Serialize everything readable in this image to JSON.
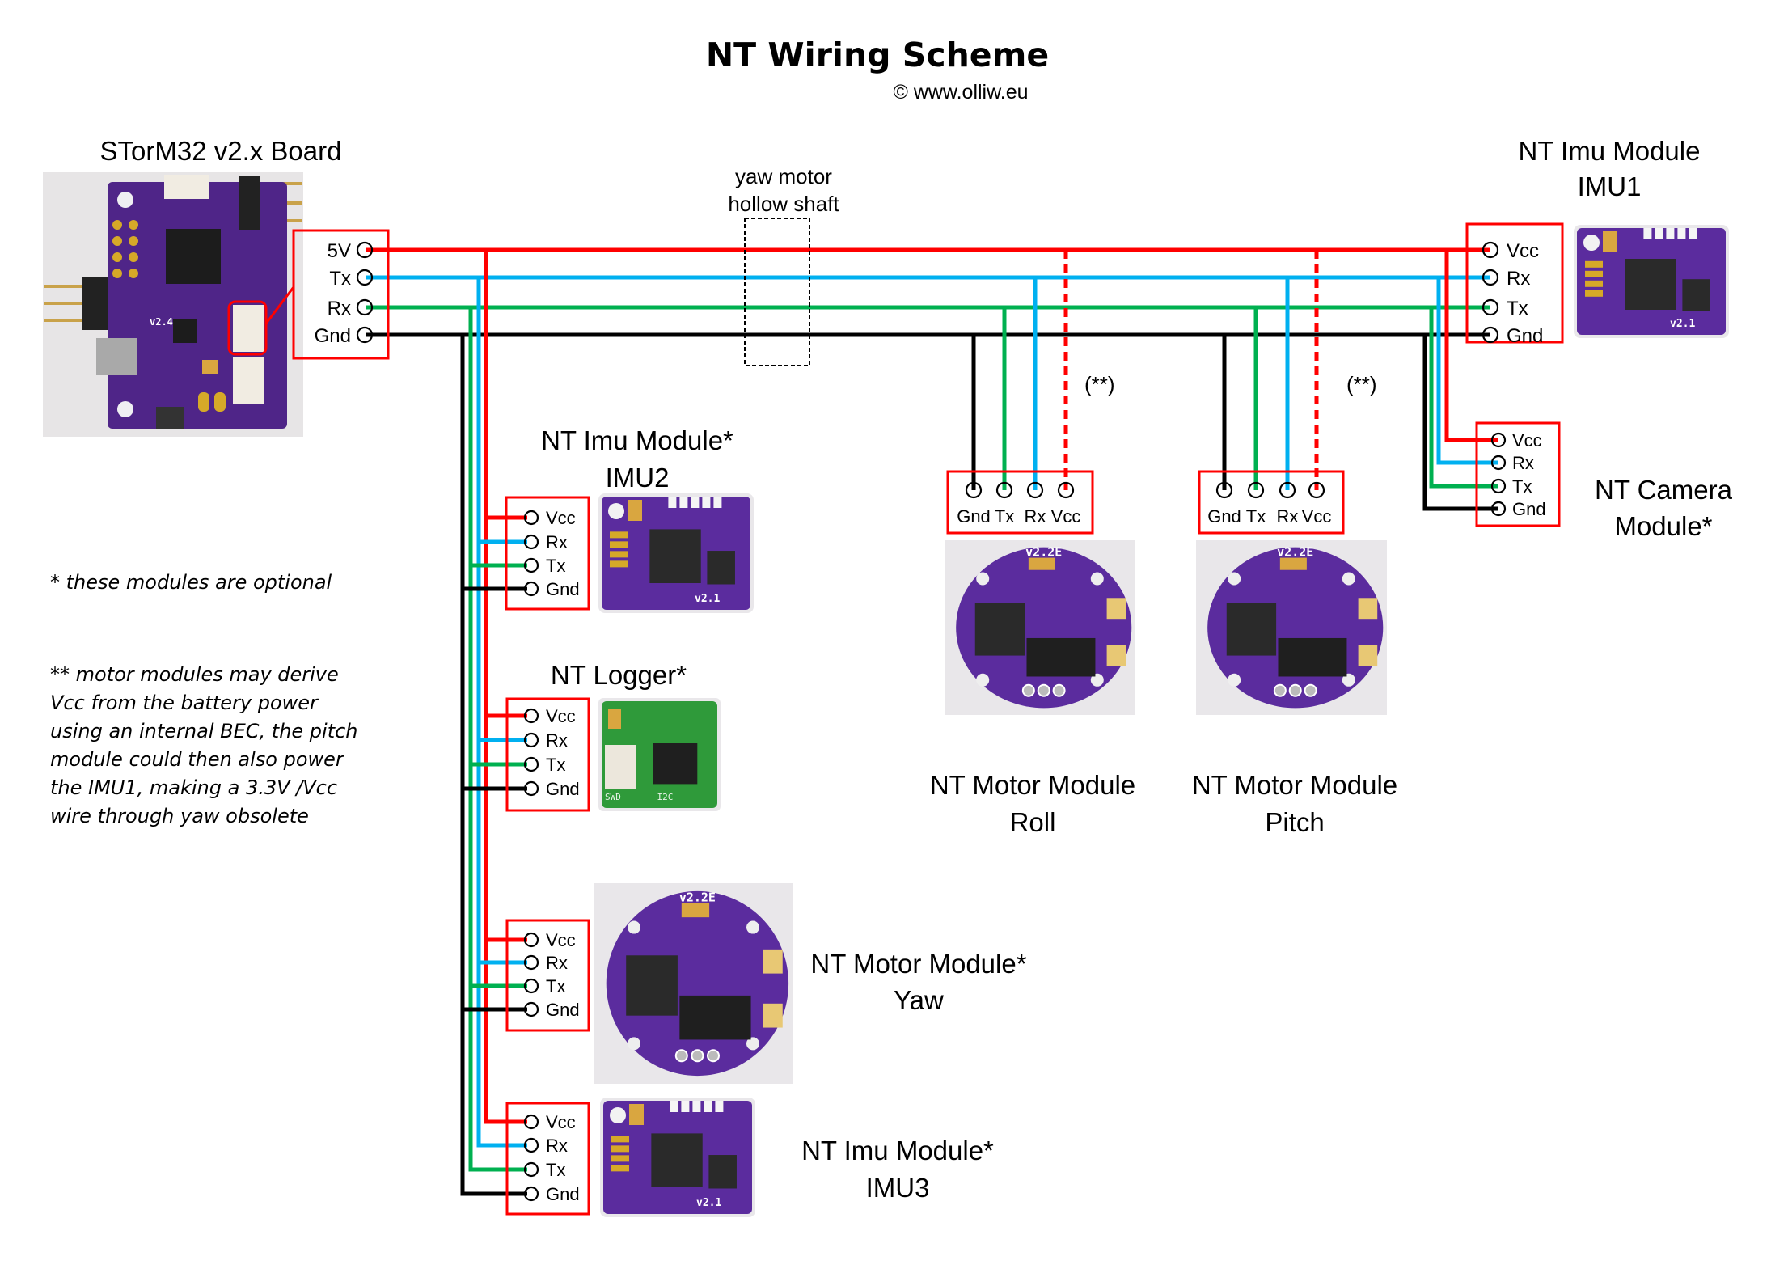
{
  "title": "NT Wiring Scheme",
  "copyright": "© www.olliw.eu",
  "colors": {
    "vcc": "#ff0000",
    "tx": "#00b0f0",
    "rx": "#00b050",
    "gnd": "#000000",
    "box": "#ff0000",
    "pcb_purple": "#5b2c9e",
    "pcb_green": "#2f9a3a",
    "photo_bg": "#e9e7ea"
  },
  "board": {
    "label": "STorM32 v2.x Board",
    "pcb_version": "v2.4",
    "pins": [
      "5V",
      "Tx",
      "Rx",
      "Gnd"
    ]
  },
  "yaw_shaft": {
    "line1": "yaw motor",
    "line2": "hollow shaft"
  },
  "modules": [
    {
      "id": "imu1",
      "title1": "NT Imu Module",
      "title2": "IMU1",
      "pins": [
        "Vcc",
        "Rx",
        "Tx",
        "Gnd"
      ],
      "pcb_version": "v2.1",
      "optional": false
    },
    {
      "id": "camera",
      "title1": "NT Camera",
      "title2": "Module*",
      "pins": [
        "Vcc",
        "Rx",
        "Tx",
        "Gnd"
      ],
      "optional": true
    },
    {
      "id": "roll",
      "title1": "NT Motor Module",
      "title2": "Roll",
      "pins": [
        "Gnd",
        "Tx",
        "Rx",
        "Vcc"
      ],
      "pcb_version": "v2.2E",
      "vcc_note": "(**)",
      "optional": false
    },
    {
      "id": "pitch",
      "title1": "NT Motor Module",
      "title2": "Pitch",
      "pins": [
        "Gnd",
        "Tx",
        "Rx",
        "Vcc"
      ],
      "pcb_version": "v2.2E",
      "vcc_note": "(**)",
      "optional": false
    },
    {
      "id": "imu2",
      "title1": "NT Imu Module*",
      "title2": "IMU2",
      "pins": [
        "Vcc",
        "Rx",
        "Tx",
        "Gnd"
      ],
      "pcb_version": "v2.1",
      "optional": true
    },
    {
      "id": "logger",
      "title1": "NT Logger*",
      "title2": "",
      "pins": [
        "Vcc",
        "Rx",
        "Tx",
        "Gnd"
      ],
      "pcb_labels": [
        "SWD",
        "I2C"
      ],
      "optional": true
    },
    {
      "id": "yaw",
      "title1": "NT Motor Module*",
      "title2": "Yaw",
      "pins": [
        "Vcc",
        "Rx",
        "Tx",
        "Gnd"
      ],
      "pcb_version": "v2.2E",
      "optional": true
    },
    {
      "id": "imu3",
      "title1": "NT Imu Module*",
      "title2": "IMU3",
      "pins": [
        "Vcc",
        "Rx",
        "Tx",
        "Gnd"
      ],
      "pcb_version": "v2.1",
      "optional": true
    }
  ],
  "notes": {
    "optional": "* these modules are optional",
    "bec": [
      "** motor modules may derive",
      "Vcc from the battery power",
      "using an internal BEC, the pitch",
      "module could then also power",
      "the IMU1, making a 3.3V /Vcc",
      "wire through yaw obsolete"
    ]
  }
}
